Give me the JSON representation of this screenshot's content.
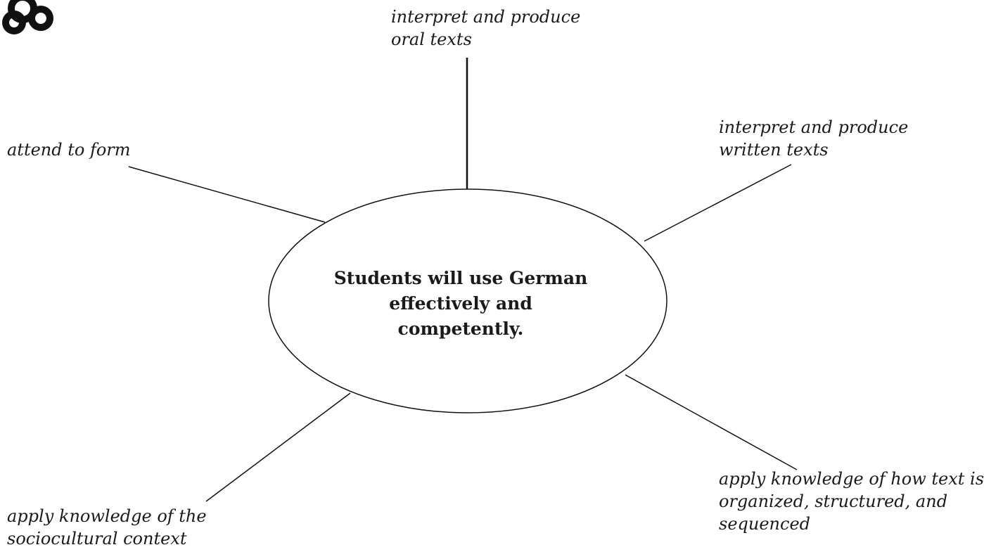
{
  "center": {
    "lines": [
      "Students will use German",
      "effectively and",
      "competently."
    ]
  },
  "branches": [
    {
      "id": "oral",
      "lines": [
        "interpret and produce",
        "oral texts"
      ]
    },
    {
      "id": "written",
      "lines": [
        "interpret and produce",
        "written texts"
      ]
    },
    {
      "id": "form",
      "lines": [
        "attend to form"
      ]
    },
    {
      "id": "organization",
      "lines": [
        "apply knowledge of how text is",
        "organized, structured, and",
        "sequenced"
      ]
    },
    {
      "id": "sociocultural",
      "lines": [
        "apply knowledge of the",
        "sociocultural context"
      ]
    }
  ],
  "logo": {
    "icon": "knot-icon",
    "color": "#111111"
  }
}
